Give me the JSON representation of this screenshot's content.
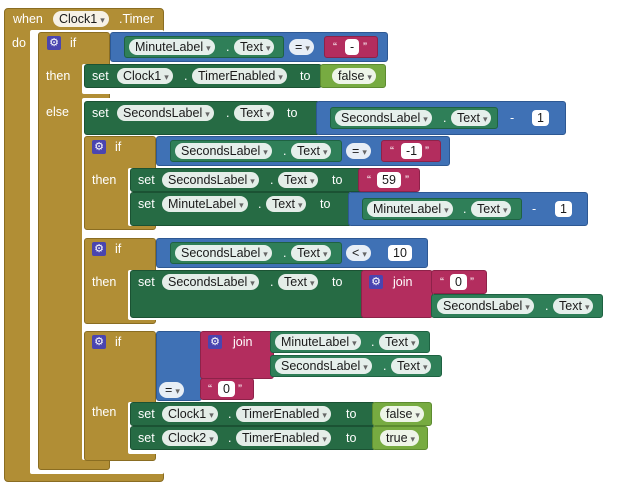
{
  "event": {
    "when": "when",
    "component": "Clock1",
    "name": ".Timer",
    "do": "do"
  },
  "kw": {
    "if": "if",
    "then": "then",
    "else": "else",
    "set": "set",
    "to": "to",
    "join": "join",
    "dot": "."
  },
  "comp": {
    "minute_label": "MinuteLabel",
    "seconds_label": "SecondsLabel",
    "clock1": "Clock1",
    "clock2": "Clock2",
    "text": "Text",
    "timer_enabled": "TimerEnabled"
  },
  "ops": {
    "eq": "=",
    "lt": "<",
    "minus": "-"
  },
  "values": {
    "dash": "-",
    "minus_one": "-1",
    "fifty_nine": "59",
    "zero": "0",
    "one": "1",
    "ten": "10",
    "false": "false",
    "true": "true"
  },
  "quotes": {
    "open": "“",
    "close": "”"
  },
  "icons": {
    "gear": "gear-icon",
    "dropdown": "dropdown-arrow-icon"
  },
  "colors": {
    "control": "#b18e35",
    "setter": "#266b44",
    "getter": "#2f7f58",
    "math": "#3f71b5",
    "text": "#b32d5e",
    "logic": "#77ab41",
    "gear": "#4a45b0"
  }
}
